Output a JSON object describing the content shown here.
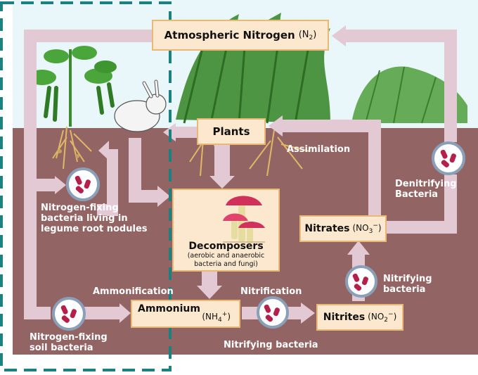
{
  "nodes": {
    "atmospheric": {
      "label": "Atmospheric Nitrogen",
      "formula_main": "(N",
      "formula_sub": "2",
      "formula_end": ")"
    },
    "plants": {
      "label": "Plants"
    },
    "decomposers": {
      "label": "Decomposers",
      "note_line1": "(aerobic and anaerobic",
      "note_line2": "bacteria and fungi)"
    },
    "ammonium": {
      "label": "Ammonium",
      "formula_main": "(NH",
      "formula_sub": "4",
      "formula_sup": "+",
      "formula_end": ")"
    },
    "nitrites": {
      "label": "Nitrites",
      "formula_main": "(NO",
      "formula_sub": "2",
      "formula_sup": "−",
      "formula_end": ")"
    },
    "nitrates": {
      "label": "Nitrates",
      "formula_main": "(NO",
      "formula_sub": "3",
      "formula_sup": "−",
      "formula_end": ")"
    }
  },
  "labels": {
    "assimilation": "Assimilation",
    "denitrifying_1": "Denitrifying",
    "denitrifying_2": "Bacteria",
    "legume_1": "Nitrogen-fixing",
    "legume_2": "bacteria living in",
    "legume_3": "legume root nodules",
    "ammonification": "Ammonification",
    "nitrification": "Nitrification",
    "nitrifying_top_1": "Nitrifying",
    "nitrifying_top_2": "bacteria",
    "nitrifying_bottom": "Nitrifying bacteria",
    "soil_1": "Nitrogen-fixing",
    "soil_2": "soil bacteria"
  },
  "colors": {
    "sky": "#e9f7fa",
    "soil": "#936464",
    "arrow": "#e3c9d4",
    "box_fill": "#fbe8cf",
    "box_border": "#e8b874",
    "bacteria": "#b5204b",
    "dash": "#1a8080",
    "foliage": "#3c8a2e",
    "mushroom": "#d0305a"
  }
}
